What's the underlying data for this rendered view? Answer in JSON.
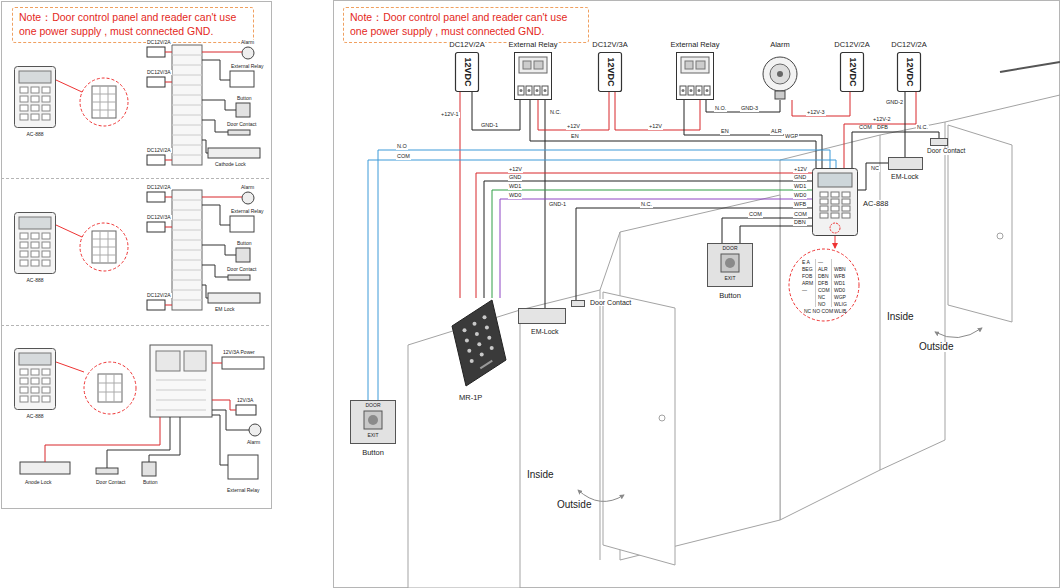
{
  "diagram": {
    "nodes": [
      {
        "text": [
          "Note：Door control panel and reader can't use one power supply , must connected GND."
        ]
      },
      {
        "text": [
          "AC-888"
        ]
      },
      {
        "text": [
          "AC-888"
        ]
      },
      {
        "text": [
          "AC-888"
        ]
      },
      {
        "text": [
          "Note：Door control panel and reader can't use one power supply , must connected GND."
        ]
      },
      {
        "text": [
          "DC12V/2A",
          "12VDC"
        ]
      },
      {
        "text": [
          "External Relay"
        ]
      },
      {
        "text": [
          "DC12V/3A",
          "12VDC"
        ]
      },
      {
        "text": [
          "External Relay"
        ]
      },
      {
        "text": [
          "Alarm"
        ]
      },
      {
        "text": [
          "DC12V/2A",
          "12VDC"
        ]
      },
      {
        "text": [
          "DC12V/2A",
          "12VDC"
        ]
      },
      {
        "text": [
          "AC-888"
        ]
      },
      {
        "text": [
          "EM-Lock"
        ]
      },
      {
        "text": [
          "Door Contact"
        ]
      },
      {
        "text": [
          "DOOR",
          "EXIT",
          "Button"
        ]
      },
      {
        "text": [
          "MR-1P"
        ]
      },
      {
        "text": [
          "EM-Lock"
        ]
      },
      {
        "text": [
          "Door Contact"
        ]
      },
      {
        "text": [
          "DOOR",
          "EXIT",
          "Button"
        ]
      },
      {
        "text": [
          "E A",
          "—",
          "BEG",
          "ALR",
          "WBN",
          "FOB",
          "DBN",
          "WFB",
          "ARM",
          "DFB",
          "WD1",
          "—",
          "COM",
          "WD0",
          "NC",
          "WGP",
          "NO",
          "WLIG",
          "WLIB",
          "NC NO COM"
        ]
      }
    ],
    "edges": [
      {
        "from": 5,
        "to": 16,
        "arrow": "none"
      },
      {
        "from": 5,
        "to": 6,
        "arrow": "none"
      },
      {
        "from": 6,
        "to": 17,
        "arrow": "none"
      },
      {
        "from": 7,
        "to": 6,
        "arrow": "none"
      },
      {
        "from": 6,
        "to": 12,
        "arrow": "none"
      },
      {
        "from": 7,
        "to": 8,
        "arrow": "none"
      },
      {
        "from": 8,
        "to": 12,
        "arrow": "none"
      },
      {
        "from": 8,
        "to": 9,
        "arrow": "none"
      },
      {
        "from": 10,
        "to": 9,
        "arrow": "none"
      },
      {
        "from": 11,
        "to": 12,
        "arrow": "none"
      },
      {
        "from": 11,
        "to": 13,
        "arrow": "none"
      },
      {
        "from": 12,
        "to": 13,
        "arrow": "none"
      },
      {
        "from": 12,
        "to": 14,
        "arrow": "none"
      },
      {
        "from": 16,
        "to": 12,
        "arrow": "none"
      },
      {
        "from": 16,
        "to": 12,
        "arrow": "none"
      },
      {
        "from": 16,
        "to": 12,
        "arrow": "none"
      },
      {
        "from": 16,
        "to": 12,
        "arrow": "none"
      },
      {
        "from": 12,
        "to": 15,
        "arrow": "none"
      },
      {
        "from": 12,
        "to": 15,
        "arrow": "none"
      },
      {
        "from": 12,
        "to": 18,
        "arrow": "none"
      },
      {
        "from": 12,
        "to": 19,
        "arrow": "none"
      },
      {
        "from": 12,
        "to": 19,
        "arrow": "none"
      },
      {
        "from": 12,
        "to": 20,
        "arrow": "to"
      }
    ],
    "labels": [
      "DC12V/2A",
      "Alarm",
      "External Relay",
      "DC12V/3A",
      "Button",
      "Door Contact",
      "DC12V/2A",
      "Cathode Lock",
      "DC12V/2A",
      "Alarm",
      "External Relay",
      "DC12V/3A",
      "Button",
      "Door Contact",
      "DC12V/2A",
      "EM Lock",
      "12V/3A Power",
      "12V/3A",
      "Alarm",
      "External Relay",
      "Anode Lock",
      "Door Contact",
      "Button",
      "GND-1",
      "N.C.",
      "+12V-1",
      "+12V",
      "+12V",
      "EN",
      "EN",
      "ALR",
      "WGP",
      "N.O.",
      "GND-3",
      "+12V-3",
      "+12V-2",
      "GND-2",
      "COM",
      "DFB",
      "N.C.",
      "NC",
      "N.O",
      "COM",
      "+12V",
      "GND",
      "WD1",
      "WD0",
      "+12V",
      "GND",
      "WD1",
      "WD0",
      "WFB",
      "COM",
      "DBN",
      "N.C.",
      "COM",
      "GND-1",
      "Inside",
      "Outside",
      "Inside",
      "Outside"
    ]
  }
}
